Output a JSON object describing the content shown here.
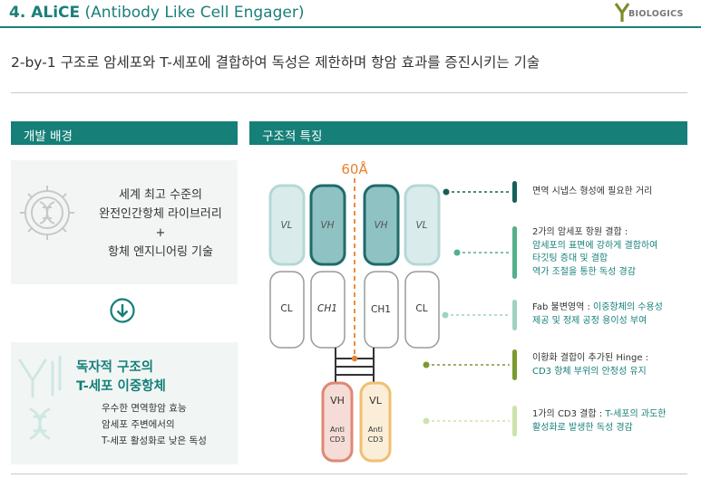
{
  "header": {
    "title_bold": "4. ALiCE",
    "title_rest": " (Antibody Like Cell Engager)",
    "logo_text": "BIOLOGICS"
  },
  "subtitle": "2-by-1 구조로 암세포와 T-세포에 결합하여 독성은 제한하며 항암 효과를 증진시키는 기술",
  "left": {
    "section_title": "개발 배경",
    "box1_lines": [
      "세계 최고 수준의",
      "완전인간항체 라이브러리",
      "+",
      "항체 엔지니어링 기술"
    ],
    "box2_title_lines": [
      "독자적 구조의",
      "T-세포 이중항체"
    ],
    "box2_lines": [
      "우수한 면역항암 효능",
      "암세포 주변에서의",
      "T-세포 활성화로 낮은 독성"
    ]
  },
  "right": {
    "section_title": "구조적 특징",
    "distance_label": "60Å",
    "domains": {
      "vl": "VL",
      "vh": "VH",
      "cl": "CL",
      "ch1": "CH1",
      "anti_vh": "VH",
      "anti_vl": "VL",
      "anti": "Anti",
      "cd3": "CD3"
    },
    "annotations": [
      {
        "lines": [
          [
            "면역 시냅스 형성에 필요한 거리",
            ""
          ]
        ]
      },
      {
        "lines": [
          [
            "2가의 암세포 항원 결합 :",
            ""
          ],
          [
            "",
            "암세포의 표면에  강하게 결합하여"
          ],
          [
            "",
            "타깃팅 증대 및 결합"
          ],
          [
            "",
            "역가 조절을 통한 독성 경감"
          ]
        ]
      },
      {
        "lines": [
          [
            "Fab 불변영역 : ",
            "이중항체의 수용성"
          ],
          [
            "",
            "제공 및 정제 공정 용이성 부여"
          ]
        ]
      },
      {
        "lines": [
          [
            "이황화 결합이 추가된 Hinge :",
            ""
          ],
          [
            "",
            "CD3 항체 부위의 안정성 유지"
          ]
        ]
      },
      {
        "lines": [
          [
            "1가의 CD3 결합 : ",
            "T-세포의 과도한"
          ],
          [
            "",
            "활성화로  발생한 독성 경감"
          ]
        ]
      }
    ]
  },
  "colors": {
    "teal": "#157f78",
    "orange_dashed": "#e7822c",
    "vl_fill": "#d9eceb",
    "vh_fill": "#8fc2c3",
    "anti_vh": "#e98d7c",
    "anti_vl": "#f0c179",
    "ann_bar_1": "#155f5a",
    "ann_bar_2": "#52b08a",
    "ann_bar_3": "#9fd2bf",
    "ann_bar_4": "#7a9a2f",
    "ann_bar_5": "#cbe3ac"
  }
}
